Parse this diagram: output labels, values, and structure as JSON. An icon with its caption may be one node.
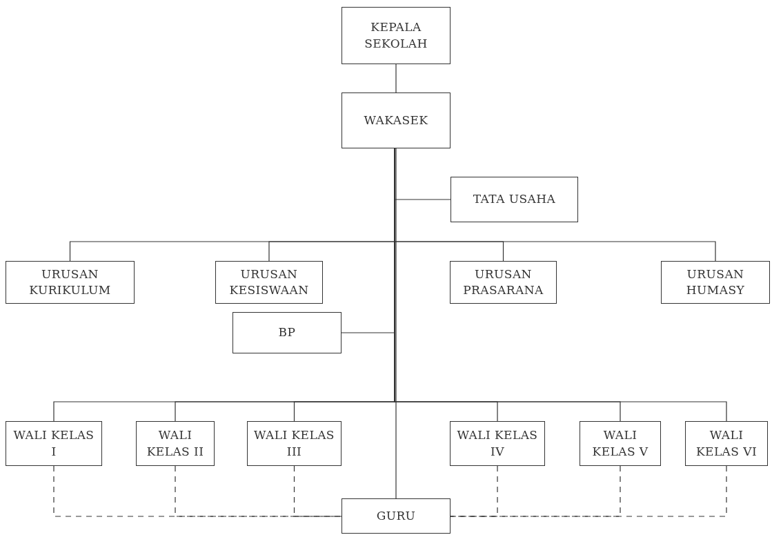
{
  "diagram": {
    "nodes": [
      {
        "text": [
          "KEPALA SEKOLAH"
        ]
      },
      {
        "text": [
          "WAKASEK"
        ]
      },
      {
        "text": [
          "TATA USAHA"
        ]
      },
      {
        "text": [
          "URUSAN KURIKULUM"
        ]
      },
      {
        "text": [
          "URUSAN KESISWAAN"
        ]
      },
      {
        "text": [
          "URUSAN PRASARANA"
        ]
      },
      {
        "text": [
          "URUSAN HUMASY"
        ]
      },
      {
        "text": [
          "BP"
        ]
      },
      {
        "text": [
          "WALI KELAS I"
        ]
      },
      {
        "text": [
          "WALI KELAS II"
        ]
      },
      {
        "text": [
          "WALI KELAS III"
        ]
      },
      {
        "text": [
          "WALI KELAS IV"
        ]
      },
      {
        "text": [
          "WALI KELAS V"
        ]
      },
      {
        "text": [
          "WALI KELAS VI"
        ]
      },
      {
        "text": [
          "GURU"
        ]
      }
    ],
    "edges": [
      {
        "from": 0,
        "to": 1,
        "arrow": "none"
      },
      {
        "from": 1,
        "to": 2,
        "arrow": "none"
      },
      {
        "from": 1,
        "to": 3,
        "arrow": "none"
      },
      {
        "from": 1,
        "to": 4,
        "arrow": "none"
      },
      {
        "from": 1,
        "to": 5,
        "arrow": "none"
      },
      {
        "from": 1,
        "to": 6,
        "arrow": "none"
      },
      {
        "from": 1,
        "to": 7,
        "arrow": "none"
      },
      {
        "from": 1,
        "to": 8,
        "arrow": "none"
      },
      {
        "from": 1,
        "to": 9,
        "arrow": "none"
      },
      {
        "from": 1,
        "to": 10,
        "arrow": "none"
      },
      {
        "from": 1,
        "to": 11,
        "arrow": "none"
      },
      {
        "from": 1,
        "to": 12,
        "arrow": "none"
      },
      {
        "from": 1,
        "to": 13,
        "arrow": "none"
      },
      {
        "from": 1,
        "to": 14,
        "arrow": "none"
      },
      {
        "from": 8,
        "to": 14,
        "arrow": "none",
        "style": "dashed"
      },
      {
        "from": 9,
        "to": 14,
        "arrow": "none",
        "style": "dashed"
      },
      {
        "from": 10,
        "to": 14,
        "arrow": "none",
        "style": "dashed"
      },
      {
        "from": 11,
        "to": 14,
        "arrow": "none",
        "style": "dashed"
      },
      {
        "from": 12,
        "to": 14,
        "arrow": "none",
        "style": "dashed"
      },
      {
        "from": 13,
        "to": 14,
        "arrow": "none",
        "style": "dashed"
      }
    ]
  }
}
